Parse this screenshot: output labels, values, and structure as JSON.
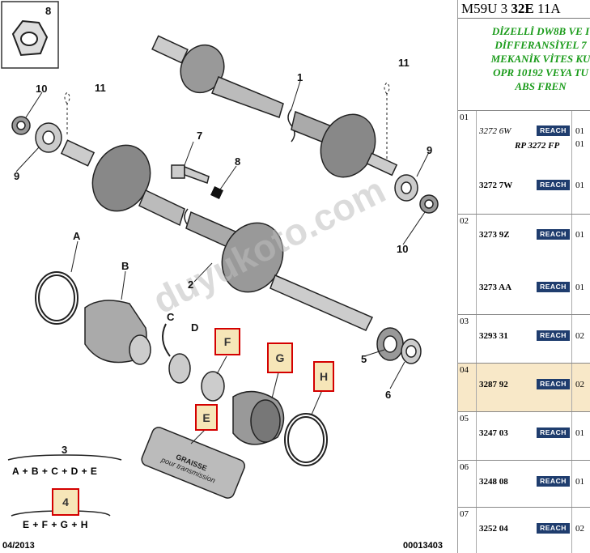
{
  "diagram": {
    "callouts": {
      "n1": "1",
      "n2": "2",
      "n5": "5",
      "n6": "6",
      "n7": "7",
      "n8": "8",
      "n9a": "9",
      "n9b": "9",
      "n10a": "10",
      "n10b": "10",
      "n11a": "11",
      "n11b": "11",
      "a": "A",
      "b": "B",
      "c": "C",
      "d": "D",
      "e": "E",
      "f": "F",
      "g": "G",
      "h": "H"
    },
    "formula_top_number": "3",
    "formula_top": "A + B + C + D + E",
    "formula_bottom_number": "4",
    "formula_bottom": "E + F + G + H",
    "grease_label": "GRAISSE",
    "grease_sub": "pour transmission",
    "date": "04/2013",
    "code": "00013403",
    "watermark": "duyukoto.com"
  },
  "panel": {
    "title_prefix": "M59U 3 ",
    "title_bold": "32E",
    "title_suffix": " 11A",
    "description_lines": [
      "DİZELLİ DW8B VE I",
      "DİFFERANSİYEL 7",
      "MEKANİK VİTES KU",
      "OPR 10192 VEYA TU",
      "ABS FREN"
    ],
    "reach_label": "REACH",
    "rows": [
      {
        "num": "01",
        "entries": [
          {
            "ref": "3272 6W",
            "qty": "01",
            "italic": true,
            "extra": "RP 3272 FP",
            "extra_qty": "01"
          },
          {
            "ref": "3272 7W",
            "qty": "01"
          }
        ]
      },
      {
        "num": "02",
        "entries": [
          {
            "ref": "3273 9Z",
            "qty": "01"
          },
          {
            "ref": "3273 AA",
            "qty": "01"
          }
        ]
      },
      {
        "num": "03",
        "entries": [
          {
            "ref": "3293 31",
            "qty": "02"
          }
        ]
      },
      {
        "num": "04",
        "entries": [
          {
            "ref": "3287 92",
            "qty": "02"
          }
        ]
      },
      {
        "num": "05",
        "entries": [
          {
            "ref": "3247 03",
            "qty": "01"
          }
        ]
      },
      {
        "num": "06",
        "entries": [
          {
            "ref": "3248 08",
            "qty": "01"
          }
        ]
      },
      {
        "num": "07",
        "entries": [
          {
            "ref": "3252 04",
            "qty": "02"
          }
        ]
      }
    ]
  }
}
